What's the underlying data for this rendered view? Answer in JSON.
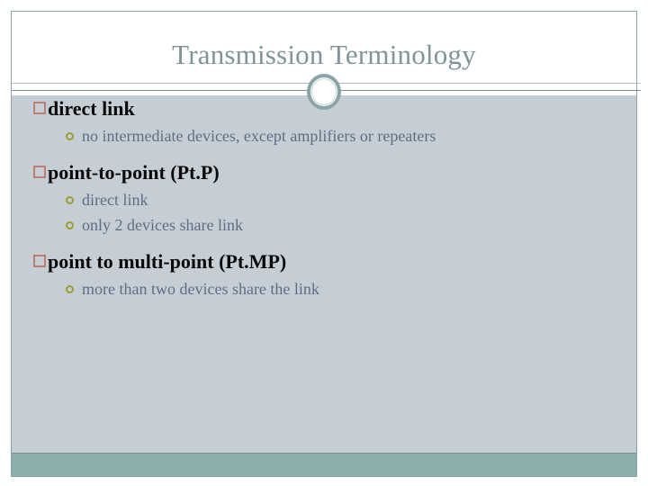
{
  "slide": {
    "title": "Transmission Terminology",
    "colors": {
      "title_text": "#80949a",
      "body_background": "#c5ced5",
      "level1_text": "#0a0a0a",
      "level2_text": "#5f6e83",
      "square_bullet": "#bd7f72",
      "ring_bullet": "#9b9b2f",
      "accent_band": "#8cafae",
      "rule": "#7b9096",
      "slide_background": "#ffffff"
    },
    "decorations": {
      "ring_icon": "circle-ring-ornament",
      "divider": "horizontal-rule",
      "accent_band": "bottom-accent-band"
    },
    "content": [
      {
        "bullet": "square-bullet",
        "text": "direct link",
        "children": [
          {
            "bullet": "ring-bullet",
            "text": "no intermediate devices, except amplifiers or repeaters"
          }
        ]
      },
      {
        "bullet": "square-bullet",
        "text": "point-to-point (Pt.P)",
        "children": [
          {
            "bullet": "ring-bullet",
            "text": "direct link"
          },
          {
            "bullet": "ring-bullet",
            "text": "only 2 devices share link"
          }
        ]
      },
      {
        "bullet": "square-bullet",
        "text": "point to multi-point (Pt.MP)",
        "children": [
          {
            "bullet": "ring-bullet",
            "text": "more than two devices share the link"
          }
        ]
      }
    ]
  }
}
